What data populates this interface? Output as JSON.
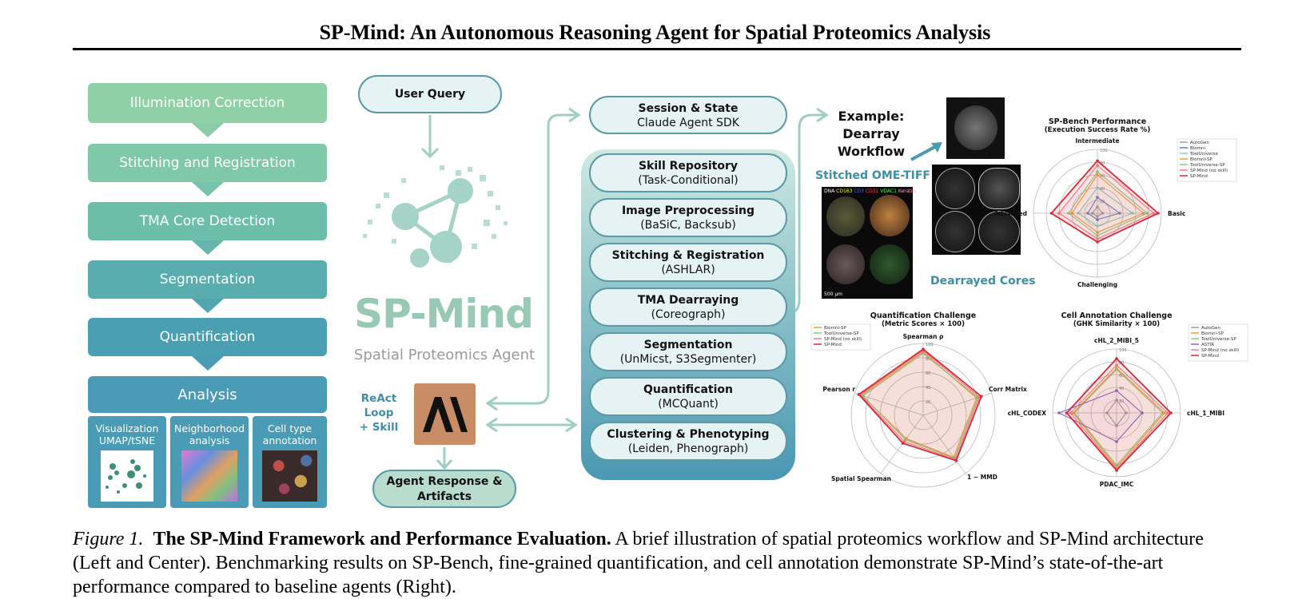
{
  "paper": {
    "title": "SP-Mind: An Autonomous Reasoning Agent for Spatial Proteomics Analysis"
  },
  "workflow": {
    "steps": [
      "Illumination Correction",
      "Stitching and Registration",
      "TMA Core Detection",
      "Segmentation",
      "Quantification",
      "Analysis"
    ],
    "sub_analyses": [
      {
        "l1": "Visualization",
        "l2": "UMAP/tSNE"
      },
      {
        "l1": "Neighborhood",
        "l2": "analysis"
      },
      {
        "l1": "Cell type",
        "l2": "annotation"
      }
    ]
  },
  "center": {
    "user_query": "User Query",
    "logo_text": "SP-Mind",
    "logo_subtitle": "Spatial Proteomics Agent",
    "react_l1": "ReAct",
    "react_l2": "Loop",
    "react_l3": "+ Skill",
    "agent_response_l1": "Agent Response &",
    "agent_response_l2": "Artifacts",
    "session_title": "Session & State",
    "session_sub": "Claude Agent SDK",
    "skills": [
      {
        "title": "Skill Repository",
        "sub": "(Task-Conditional)"
      },
      {
        "title": "Image Preprocessing",
        "sub": "(BaSiC, Backsub)"
      },
      {
        "title": "Stitching & Registration",
        "sub": "(ASHLAR)"
      },
      {
        "title": "TMA Dearraying",
        "sub": "(Coreograph)"
      },
      {
        "title": "Segmentation",
        "sub": "(UnMicst, S3Segmenter)"
      },
      {
        "title": "Quantification",
        "sub": "(MCQuant)"
      },
      {
        "title": "Clustering & Phenotyping",
        "sub": "(Leiden, Phenograph)"
      }
    ]
  },
  "example": {
    "l1": "Example:",
    "l2": "Dearray Workflow",
    "stitched": "Stitched OME-TIFF",
    "dearrayed": "Dearrayed Cores",
    "channels": [
      "DNA",
      "CD163",
      "CD3",
      "CD31",
      "VDAC1",
      "Keratin"
    ],
    "scale": "500 μm"
  },
  "chart_data": [
    {
      "type": "radar",
      "title": "SP-Bench Performance",
      "subtitle": "(Execution Success Rate %)",
      "axes": [
        "Intermediate",
        "Basic",
        "Challenging",
        "Advanced"
      ],
      "rlim": [
        0,
        100
      ],
      "rticks": [
        20,
        40,
        60,
        80,
        100
      ],
      "legend_position": "top-right",
      "series": [
        {
          "name": "AutoGen",
          "color": "#9e9e9e",
          "values": [
            10,
            8,
            5,
            8
          ]
        },
        {
          "name": "Biomni",
          "color": "#5b7fd6",
          "values": [
            25,
            35,
            10,
            15
          ]
        },
        {
          "name": "ToolUniverse",
          "color": "#7fd6c8",
          "values": [
            40,
            55,
            20,
            30
          ]
        },
        {
          "name": "Biomni-SP",
          "color": "#f0a030",
          "values": [
            60,
            72,
            30,
            40
          ]
        },
        {
          "name": "ToolUniverse-SP",
          "color": "#80d080",
          "values": [
            65,
            78,
            35,
            45
          ]
        },
        {
          "name": "SP-Mind (no skill)",
          "color": "#f08080",
          "values": [
            75,
            88,
            40,
            60
          ]
        },
        {
          "name": "SP-Mind",
          "color": "#d8283c",
          "values": [
            82,
            95,
            45,
            72
          ]
        }
      ]
    },
    {
      "type": "radar",
      "title": "Quantification Challenge",
      "subtitle": "(Metric Scores × 100)",
      "axes": [
        "Spearman ρ",
        "Corr Matrix",
        "1 − MMD",
        "Spatial Spearman",
        "Pearson r"
      ],
      "rlim": [
        0,
        100
      ],
      "rticks": [
        20,
        40,
        60,
        80,
        100
      ],
      "legend_position": "top-left",
      "series": [
        {
          "name": "Biomni-SP",
          "color": "#f0a030",
          "values": [
            88,
            78,
            72,
            40,
            90
          ]
        },
        {
          "name": "ToolUniverse-SP",
          "color": "#80d080",
          "values": [
            86,
            80,
            74,
            42,
            88
          ]
        },
        {
          "name": "SP-Mind (no skill)",
          "color": "#f08080",
          "values": [
            90,
            82,
            76,
            45,
            92
          ]
        },
        {
          "name": "SP-Mind",
          "color": "#d8283c",
          "values": [
            92,
            85,
            78,
            48,
            94
          ]
        }
      ]
    },
    {
      "type": "radar",
      "title": "Cell Annotation Challenge",
      "subtitle": "(GHK Similarity × 100)",
      "axes": [
        "cHL_2_MIBI_5",
        "cHL_1_MIBI",
        "PDAC_IMC",
        "cHL_CODEX"
      ],
      "rlim": [
        0,
        100
      ],
      "rticks": [
        20,
        40,
        60,
        80,
        100
      ],
      "legend_position": "top-right",
      "series": [
        {
          "name": "AutoGen",
          "color": "#9e9e9e",
          "values": [
            20,
            15,
            20,
            15
          ]
        },
        {
          "name": "Biomni-SP",
          "color": "#f0a030",
          "values": [
            70,
            75,
            85,
            68
          ]
        },
        {
          "name": "ToolUniverse-SP",
          "color": "#80d080",
          "values": [
            68,
            72,
            82,
            66
          ]
        },
        {
          "name": "ASTIR",
          "color": "#9060c0",
          "values": [
            35,
            40,
            45,
            90
          ]
        },
        {
          "name": "SP-Mind (no skill)",
          "color": "#f08080",
          "values": [
            75,
            80,
            88,
            72
          ]
        },
        {
          "name": "SP-Mind",
          "color": "#d8283c",
          "values": [
            85,
            85,
            90,
            78
          ]
        }
      ]
    }
  ],
  "caption": {
    "label": "Figure 1.",
    "bold": "The SP-Mind Framework and Performance Evaluation.",
    "text": "A brief illustration of spatial proteomics workflow and SP-Mind architecture (Left and Center). Benchmarking results on SP-Bench, fine-grained quantification, and cell annotation demonstrate SP-Mind’s state-of-the-art performance compared to baseline agents (Right)."
  }
}
